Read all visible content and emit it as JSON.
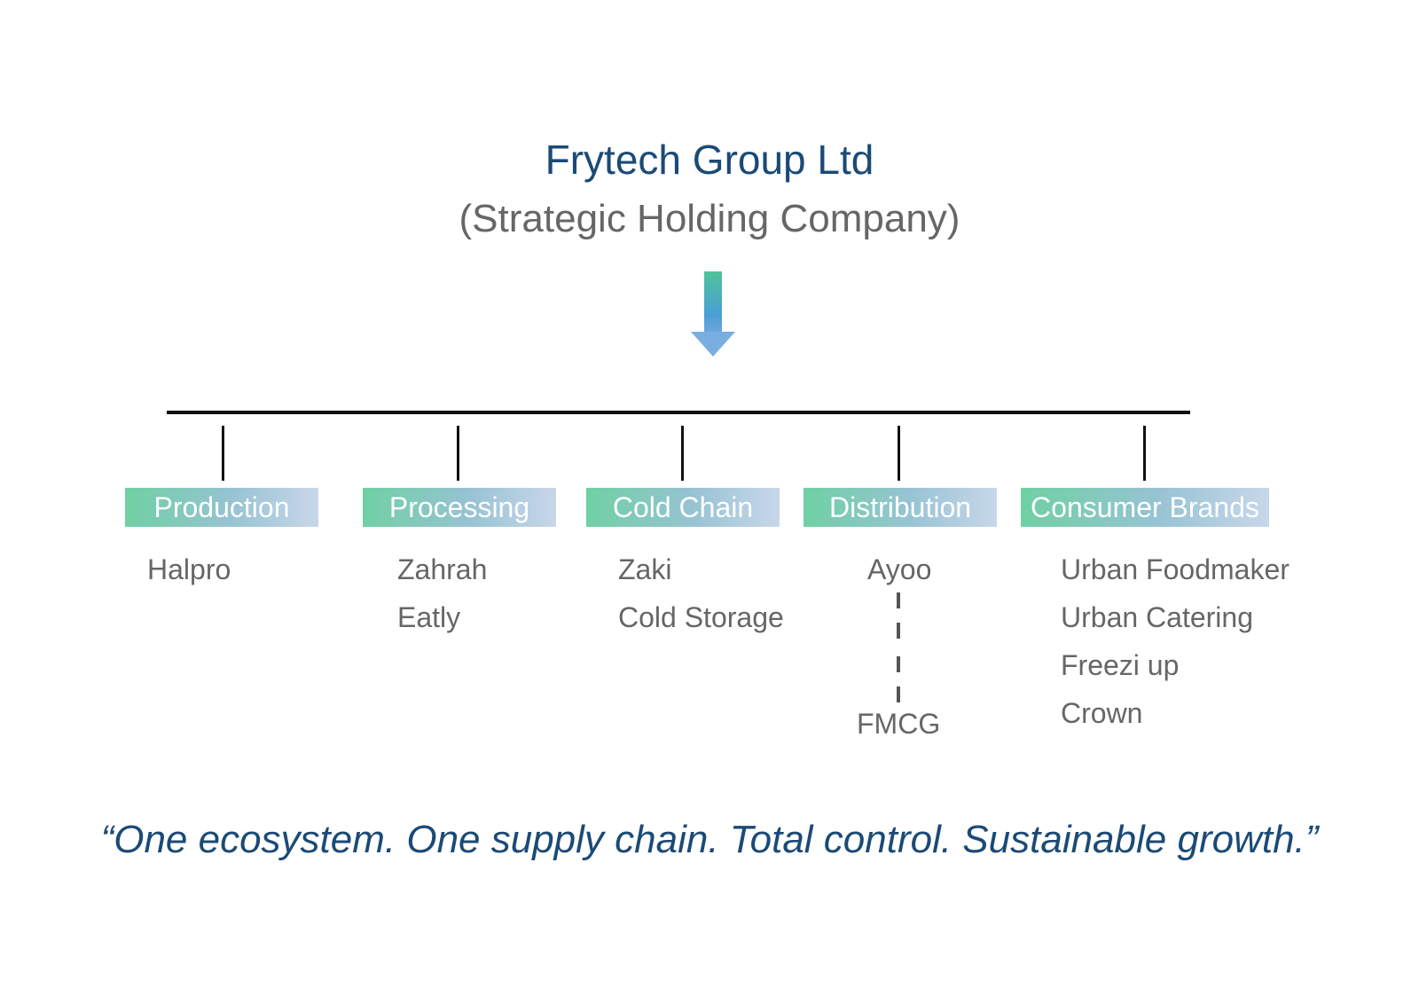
{
  "header": {
    "title": "Frytech Group Ltd",
    "subtitle": "(Strategic Holding Company)"
  },
  "categories": [
    {
      "label": "Production",
      "companies": [
        "Halpro"
      ]
    },
    {
      "label": "Processing",
      "companies": [
        "Zahrah",
        "Eatly"
      ]
    },
    {
      "label": "Cold Chain",
      "companies": [
        "Zaki",
        "Cold Storage"
      ]
    },
    {
      "label": "Distribution",
      "companies": [
        "Ayoo"
      ],
      "linked": "FMCG"
    },
    {
      "label": "Consumer Brands",
      "companies": [
        "Urban Foodmaker",
        "Urban Catering",
        "Freezi up",
        "Crown"
      ]
    }
  ],
  "tagline": "“One ecosystem. One supply chain. Total control. Sustainable growth.”",
  "colors": {
    "title": "#1b4a76",
    "text": "#666666",
    "gradient_start": "#6fd0a3",
    "gradient_end": "#c8d7ea"
  }
}
